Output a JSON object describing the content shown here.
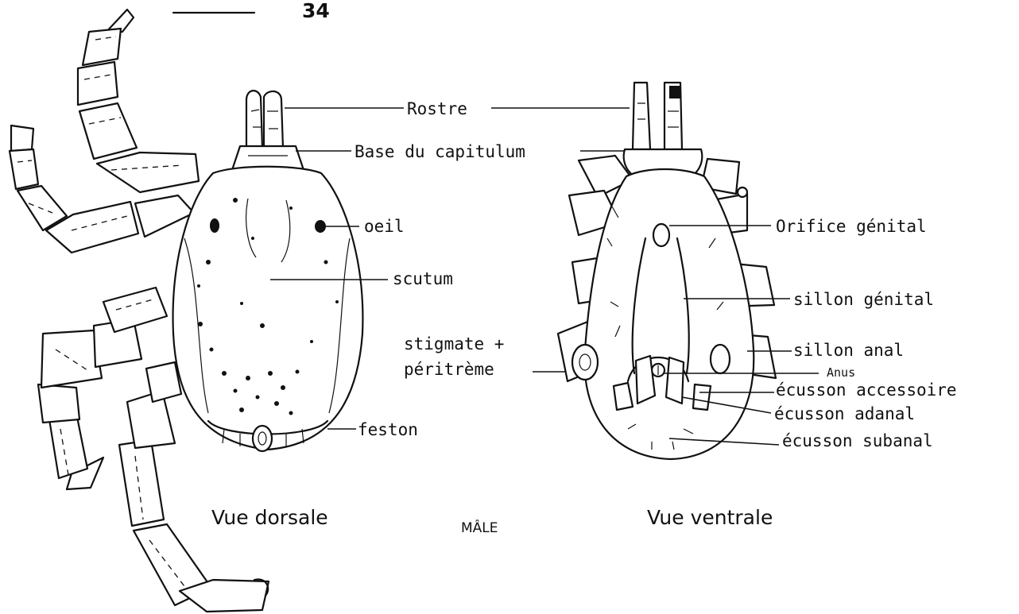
{
  "header": {
    "title_fragment": "",
    "page_number": "34"
  },
  "dorsal_labels": {
    "rostre": "Rostre",
    "base_capitulum": "Base du capitulum",
    "oeil": "oeil",
    "scutum": "scutum",
    "stigmate_1": "stigmate +",
    "stigmate_2": "péritrème",
    "feston": "feston"
  },
  "ventral_labels": {
    "orifice": "Orifice génital",
    "sillon_genital": "sillon génital",
    "sillon_anal": "sillon anal",
    "anus": "Anus",
    "ecusson_accessoire": "écusson accessoire",
    "ecusson_adanal": "écusson adanal",
    "ecusson_subanal": "écusson subanal"
  },
  "captions": {
    "dorsal": "Vue dorsale",
    "male": "MÂLE",
    "ventral": "Vue ventrale"
  },
  "colors": {
    "ink": "#111111",
    "paper": "#ffffff"
  }
}
